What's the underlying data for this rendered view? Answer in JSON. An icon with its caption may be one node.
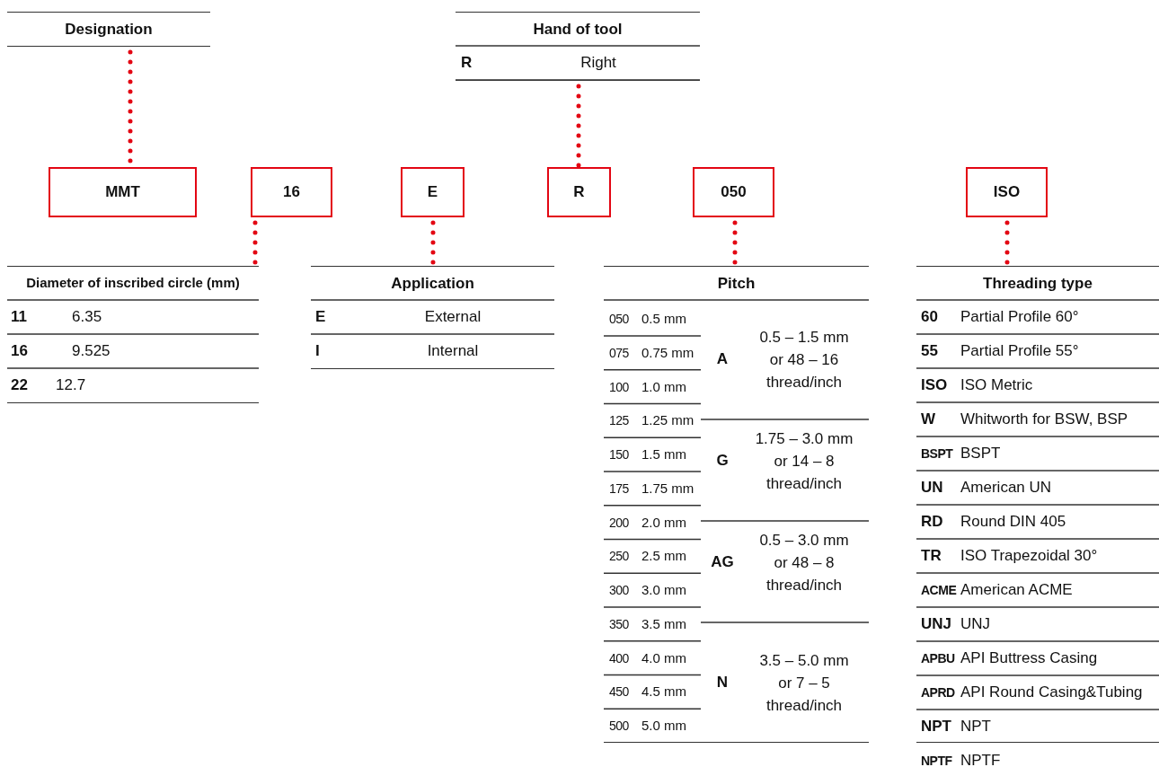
{
  "diagram": {
    "nodes": [
      {
        "text": [
          "Designation"
        ]
      },
      {
        "text": [
          "Hand of tool"
        ]
      },
      {
        "text": [
          "MMT"
        ]
      },
      {
        "text": [
          "16"
        ]
      },
      {
        "text": [
          "E"
        ]
      },
      {
        "text": [
          "R"
        ]
      },
      {
        "text": [
          "050"
        ]
      },
      {
        "text": [
          "ISO"
        ]
      },
      {
        "text": [
          "Diameter of inscribed circle (mm)"
        ]
      },
      {
        "text": [
          "Application"
        ]
      },
      {
        "text": [
          "Pitch"
        ]
      },
      {
        "text": [
          "Threading type"
        ]
      }
    ],
    "edges": [
      {
        "from": 0,
        "to": 2,
        "arrow": "none",
        "style": "dashed"
      },
      {
        "from": 1,
        "to": 5,
        "arrow": "none",
        "style": "dashed"
      },
      {
        "from": 3,
        "to": 8,
        "arrow": "none",
        "style": "dashed"
      },
      {
        "from": 4,
        "to": 9,
        "arrow": "none",
        "style": "dashed"
      },
      {
        "from": 6,
        "to": 10,
        "arrow": "none",
        "style": "dashed"
      },
      {
        "from": 7,
        "to": 11,
        "arrow": "none",
        "style": "dashed"
      }
    ],
    "labels": [
      "R",
      "Right",
      "11",
      "6.35",
      "16",
      "9.525",
      "22",
      "12.7",
      "E",
      "External",
      "I",
      "Internal",
      "050",
      "0.5 mm",
      "075",
      "0.75 mm",
      "100",
      "1.0 mm",
      "125",
      "1.25 mm",
      "150",
      "1.5 mm",
      "175",
      "1.75 mm",
      "200",
      "2.0 mm",
      "250",
      "2.5 mm",
      "300",
      "3.0 mm",
      "350",
      "3.5 mm",
      "400",
      "4.0 mm",
      "450",
      "4.5 mm",
      "500",
      "5.0 mm",
      "A",
      "0.5 – 1.5 mm or 48 – 16 thread/inch",
      "G",
      "1.75 – 3.0 mm or 14 – 8 thread/inch",
      "AG",
      "0.5 – 3.0 mm or 48 – 8 thread/inch",
      "N",
      "3.5 – 5.0 mm or 7 – 5 thread/inch",
      "60",
      "Partial Profile 60°",
      "55",
      "Partial Profile 55°",
      "ISO",
      "ISO Metric",
      "W",
      "Whitworth for BSW, BSP",
      "BSPT",
      "BSPT",
      "UN",
      "American UN",
      "RD",
      "Round DIN 405",
      "TR",
      "ISO Trapezoidal 30°",
      "ACME",
      "American ACME",
      "UNJ",
      "UNJ",
      "APBU",
      "API Buttress Casing",
      "APRD",
      "API Round Casing&Tubing",
      "NPT",
      "NPT",
      "NPTF",
      "NPTF"
    ]
  }
}
